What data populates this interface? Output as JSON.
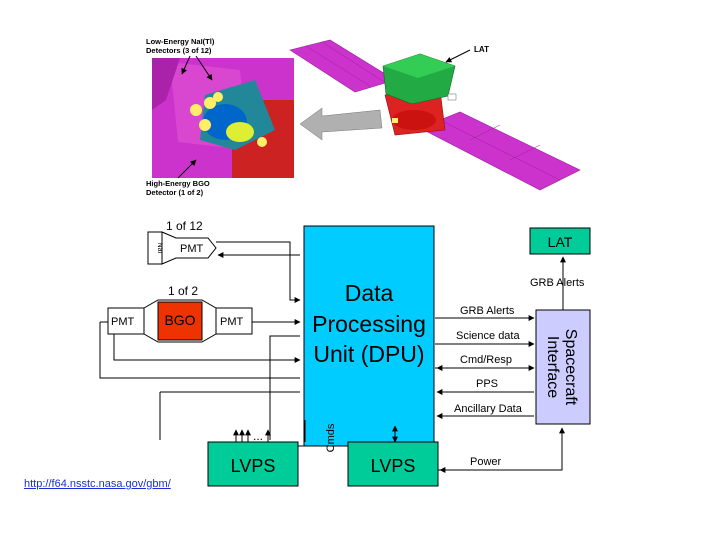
{
  "illustration": {
    "callout_nai_line1": "Low-Energy NaI(Tl)",
    "callout_nai_line2": "Detectors (3 of 12)",
    "callout_bgo_line1": "High-Energy BGO",
    "callout_bgo_line2": "Detector (1 of 2)",
    "callout_lat": "LAT"
  },
  "diagram": {
    "nai": {
      "count": "1 of 12",
      "pmt": "PMT",
      "crystal": "NaI"
    },
    "bgo": {
      "count": "1 of 2",
      "crystal": "BGO",
      "pmt_left": "PMT",
      "pmt_right": "PMT"
    },
    "dpu": {
      "line1": "Data",
      "line2": "Processing",
      "line3": "Unit (DPU)"
    },
    "lat": "LAT",
    "grb_alerts_top": "GRB Alerts",
    "spacecraft": {
      "line1": "Spacecraft",
      "line2": "Interface"
    },
    "signals": [
      "GRB Alerts",
      "Science data",
      "Cmd/Resp",
      "PPS",
      "Ancillary Data"
    ],
    "cmds": "Cmds",
    "lvps_left": "LVPS",
    "lvps_right": "LVPS",
    "power": "Power",
    "ellipsis": "..."
  },
  "link": {
    "url": "http://f64.nsstc.nasa.gov/gbm/"
  },
  "colors": {
    "dpu_fill": "#00ccff",
    "lvps_fill": "#00cc99",
    "lat_fill": "#00cc99",
    "spacecraft_fill": "#ccccff",
    "bgo_fill": "#ee3300",
    "pmt_fill": "#ffffff"
  }
}
